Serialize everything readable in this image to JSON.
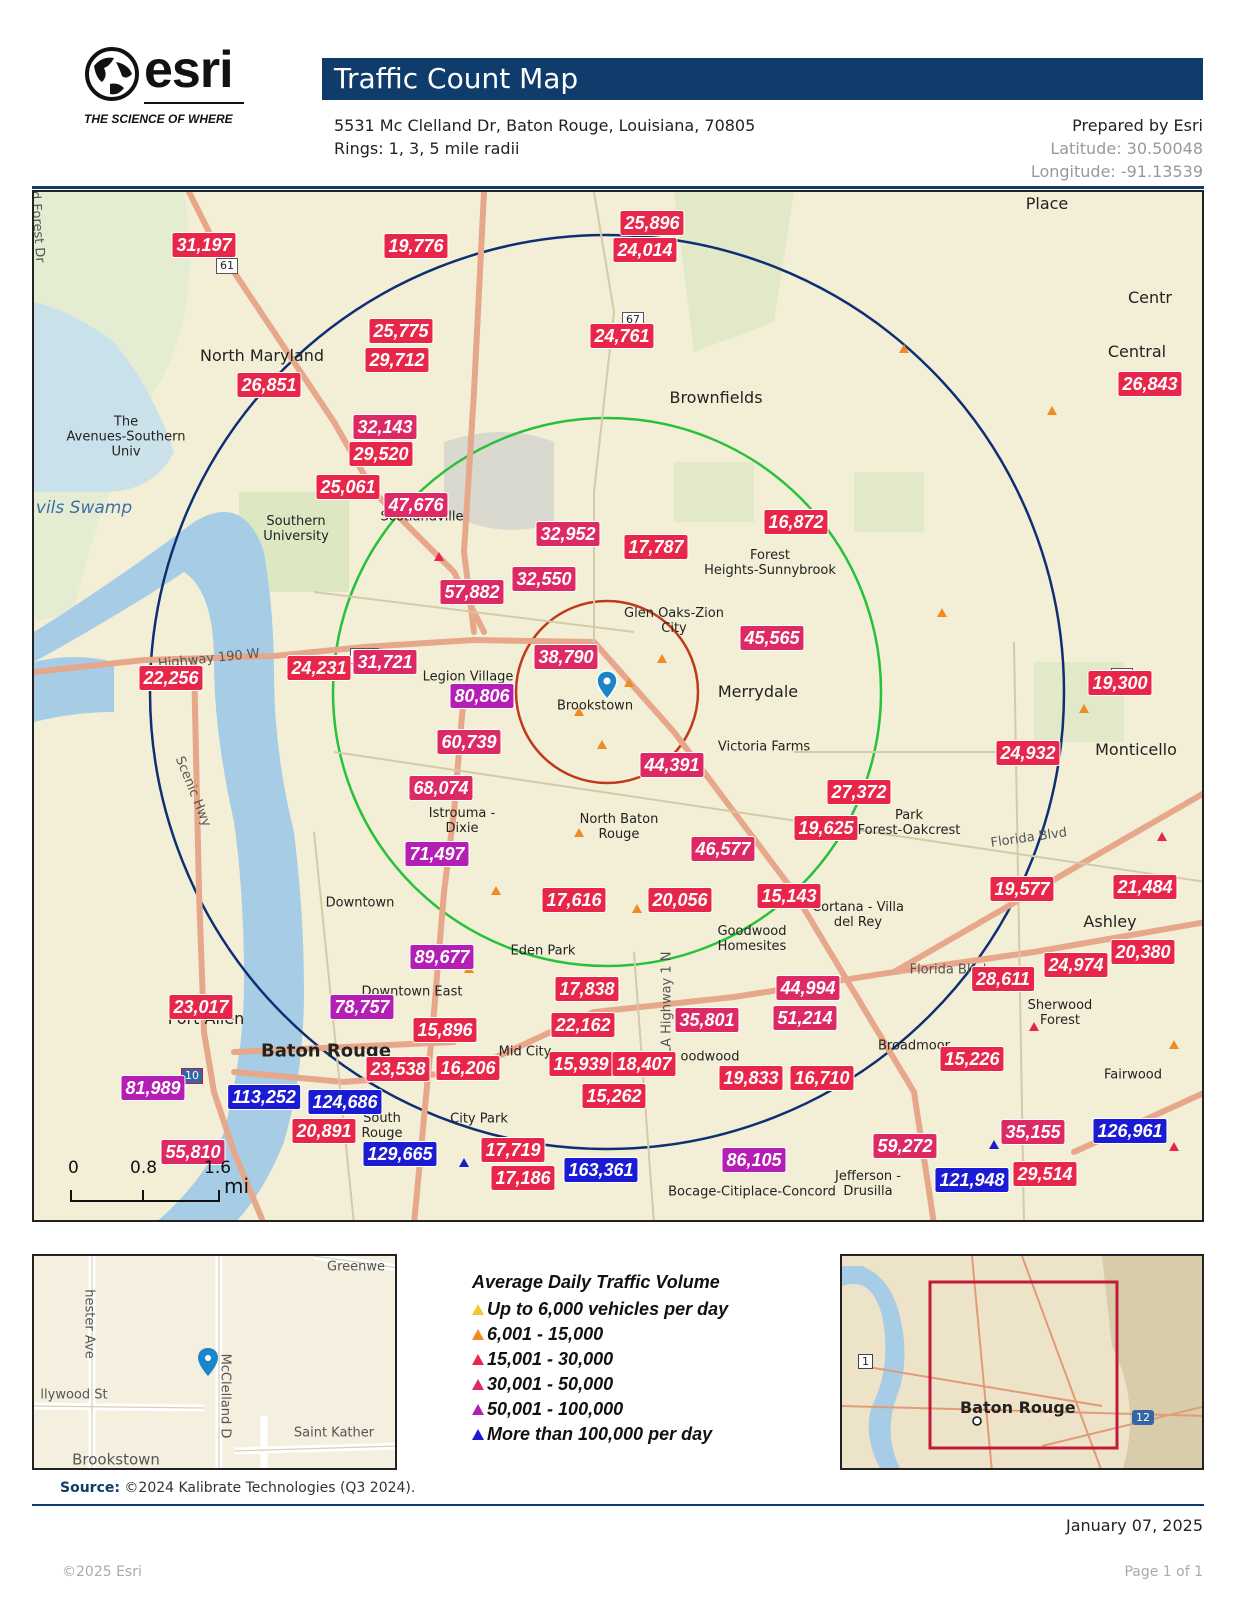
{
  "brand": {
    "name": "esri",
    "tagline": "THE SCIENCE OF WHERE"
  },
  "header": {
    "title": "Traffic Count Map",
    "address": "5531 Mc Clelland Dr, Baton Rouge, Louisiana, 70805",
    "rings": "Rings: 1, 3, 5 mile radii",
    "prepared_by": "Prepared by Esri",
    "latitude": "Latitude: 30.50048",
    "longitude": "Longitude: -91.13539"
  },
  "colors": {
    "header_bar": "#0f3c6b",
    "ring_1mi": "#c0391b",
    "ring_3mi": "#27c13a",
    "ring_5mi": "#0f2f73",
    "up_to_6000": "#f3c72f",
    "r6001_15000": "#f08a24",
    "r15001_30000": "#e8264a",
    "r30001_50000": "#de2a64",
    "r50001_100000": "#b41eb4",
    "over_100000": "#1b1bd4"
  },
  "map": {
    "place_labels": [
      {
        "name": "place-place",
        "text": "Place",
        "cls": "md"
      },
      {
        "name": "place-central-1",
        "text": "Centr",
        "cls": "md"
      },
      {
        "name": "place-central-2",
        "text": "Central",
        "cls": "md"
      },
      {
        "name": "place-north-maryland",
        "text": "North Maryland",
        "cls": "md"
      },
      {
        "name": "place-brownfields",
        "text": "Brownfields",
        "cls": "md"
      },
      {
        "name": "place-avenues",
        "text": "The\nAvenues-Southern\nUniv",
        "cls": "sm"
      },
      {
        "name": "place-southern-univ",
        "text": "Southern\nUniversity",
        "cls": "sm"
      },
      {
        "name": "place-scotlandville",
        "text": "Scotlandville",
        "cls": "sm"
      },
      {
        "name": "place-forest-heights",
        "text": "Forest\nHeights-Sunnybrook",
        "cls": "sm"
      },
      {
        "name": "place-glen-oaks",
        "text": "Glen Oaks-Zion\nCity",
        "cls": "sm"
      },
      {
        "name": "place-merrydale",
        "text": "Merrydale",
        "cls": "md"
      },
      {
        "name": "place-legion-village",
        "text": "Legion Village",
        "cls": "sm"
      },
      {
        "name": "place-brookstown",
        "text": "Brookstown",
        "cls": "sm"
      },
      {
        "name": "place-victoria-farms",
        "text": "Victoria Farms",
        "cls": "sm"
      },
      {
        "name": "place-monticello",
        "text": "Monticello",
        "cls": "md"
      },
      {
        "name": "place-park-forest",
        "text": "Park\nForest-Oakcrest",
        "cls": "sm"
      },
      {
        "name": "place-istrouma",
        "text": "Istrouma -\nDixie",
        "cls": "sm"
      },
      {
        "name": "place-north-baton-rouge",
        "text": "North Baton\nRouge",
        "cls": "sm"
      },
      {
        "name": "place-downtown",
        "text": "Downtown",
        "cls": "sm"
      },
      {
        "name": "place-cortana",
        "text": "Cortana - Villa\ndel Rey",
        "cls": "sm"
      },
      {
        "name": "place-ashley",
        "text": "Ashley",
        "cls": "md"
      },
      {
        "name": "place-goodwood",
        "text": "Goodwood\nHomesites",
        "cls": "sm"
      },
      {
        "name": "place-eden-park",
        "text": "Eden Park",
        "cls": "sm"
      },
      {
        "name": "place-downtown-east",
        "text": "Downtown East",
        "cls": "sm"
      },
      {
        "name": "place-port-allen",
        "text": "Port Allen",
        "cls": "md"
      },
      {
        "name": "place-baton-rouge",
        "text": "Baton Rouge",
        "cls": "big"
      },
      {
        "name": "place-mid-city",
        "text": "Mid City",
        "cls": "sm"
      },
      {
        "name": "place-sherwood-forest",
        "text": "Sherwood\nForest",
        "cls": "sm"
      },
      {
        "name": "place-broadmoor",
        "text": "Broadmoor",
        "cls": "sm"
      },
      {
        "name": "place-fairwood",
        "text": "Fairwood",
        "cls": "sm"
      },
      {
        "name": "place-city-park",
        "text": "City Park",
        "cls": "sm"
      },
      {
        "name": "place-south-baton-rouge",
        "text": "South\nRouge",
        "cls": "sm"
      },
      {
        "name": "place-jefferson",
        "text": "Jefferson -\nDrusilla",
        "cls": "sm"
      },
      {
        "name": "place-bocage",
        "text": "Bocage-Citiplace-Concord",
        "cls": "sm"
      },
      {
        "name": "place-woodwood",
        "text": "oodwood",
        "cls": "sm"
      },
      {
        "name": "place-devils-swamp",
        "text": "vils Swamp",
        "cls": "water"
      },
      {
        "name": "road-highway-190",
        "text": "Highway 190 W",
        "cls": "rd"
      },
      {
        "name": "road-scenic-hwy",
        "text": "Scenic Hwy",
        "cls": "rd"
      },
      {
        "name": "road-la-highway-1",
        "text": "LA Highway 1 N",
        "cls": "rd"
      },
      {
        "name": "road-florida-blvd-e",
        "text": "Florida Blvd",
        "cls": "rd"
      },
      {
        "name": "road-florida-blvd-w",
        "text": "Florida Blvd",
        "cls": "rd"
      },
      {
        "name": "road-sherwood",
        "text": "N Sherwood Forest Dr",
        "cls": "rd"
      }
    ],
    "counts": [
      {
        "value": "31,197",
        "cat": "r15001_30000"
      },
      {
        "value": "19,776",
        "cat": "r15001_30000"
      },
      {
        "value": "25,896",
        "cat": "r15001_30000"
      },
      {
        "value": "24,014",
        "cat": "r15001_30000"
      },
      {
        "value": "24,761",
        "cat": "r15001_30000"
      },
      {
        "value": "25,775",
        "cat": "r15001_30000"
      },
      {
        "value": "29,712",
        "cat": "r15001_30000"
      },
      {
        "value": "26,851",
        "cat": "r15001_30000"
      },
      {
        "value": "26,843",
        "cat": "r15001_30000"
      },
      {
        "value": "32,143",
        "cat": "r30001_50000"
      },
      {
        "value": "29,520",
        "cat": "r15001_30000"
      },
      {
        "value": "25,061",
        "cat": "r15001_30000"
      },
      {
        "value": "47,676",
        "cat": "r30001_50000"
      },
      {
        "value": "32,952",
        "cat": "r30001_50000"
      },
      {
        "value": "17,787",
        "cat": "r15001_30000"
      },
      {
        "value": "16,872",
        "cat": "r15001_30000"
      },
      {
        "value": "57,882",
        "cat": "r30001_50000"
      },
      {
        "value": "32,550",
        "cat": "r30001_50000"
      },
      {
        "value": "45,565",
        "cat": "r30001_50000"
      },
      {
        "value": "22,256",
        "cat": "r15001_30000"
      },
      {
        "value": "24,231",
        "cat": "r15001_30000"
      },
      {
        "value": "31,721",
        "cat": "r30001_50000"
      },
      {
        "value": "38,790",
        "cat": "r30001_50000"
      },
      {
        "value": "80,806",
        "cat": "r50001_100000"
      },
      {
        "value": "19,300",
        "cat": "r15001_30000"
      },
      {
        "value": "60,739",
        "cat": "r30001_50000"
      },
      {
        "value": "44,391",
        "cat": "r30001_50000"
      },
      {
        "value": "24,932",
        "cat": "r15001_30000"
      },
      {
        "value": "68,074",
        "cat": "r30001_50000"
      },
      {
        "value": "27,372",
        "cat": "r15001_30000"
      },
      {
        "value": "19,625",
        "cat": "r15001_30000"
      },
      {
        "value": "71,497",
        "cat": "r50001_100000"
      },
      {
        "value": "46,577",
        "cat": "r30001_50000"
      },
      {
        "value": "19,577",
        "cat": "r15001_30000"
      },
      {
        "value": "21,484",
        "cat": "r15001_30000"
      },
      {
        "value": "17,616",
        "cat": "r15001_30000"
      },
      {
        "value": "20,056",
        "cat": "r15001_30000"
      },
      {
        "value": "15,143",
        "cat": "r15001_30000"
      },
      {
        "value": "89,677",
        "cat": "r50001_100000"
      },
      {
        "value": "20,380",
        "cat": "r15001_30000"
      },
      {
        "value": "28,611",
        "cat": "r15001_30000"
      },
      {
        "value": "24,974",
        "cat": "r15001_30000"
      },
      {
        "value": "17,838",
        "cat": "r15001_30000"
      },
      {
        "value": "44,994",
        "cat": "r30001_50000"
      },
      {
        "value": "23,017",
        "cat": "r15001_30000"
      },
      {
        "value": "78,757",
        "cat": "r50001_100000"
      },
      {
        "value": "51,214",
        "cat": "r30001_50000"
      },
      {
        "value": "15,896",
        "cat": "r15001_30000"
      },
      {
        "value": "22,162",
        "cat": "r15001_30000"
      },
      {
        "value": "35,801",
        "cat": "r30001_50000"
      },
      {
        "value": "15,226",
        "cat": "r15001_30000"
      },
      {
        "value": "23,538",
        "cat": "r15001_30000"
      },
      {
        "value": "16,206",
        "cat": "r15001_30000"
      },
      {
        "value": "15,939",
        "cat": "r15001_30000"
      },
      {
        "value": "18,407",
        "cat": "r15001_30000"
      },
      {
        "value": "19,833",
        "cat": "r15001_30000"
      },
      {
        "value": "16,710",
        "cat": "r15001_30000"
      },
      {
        "value": "81,989",
        "cat": "r50001_100000"
      },
      {
        "value": "113,252",
        "cat": "over_100000"
      },
      {
        "value": "124,686",
        "cat": "over_100000"
      },
      {
        "value": "15,262",
        "cat": "r15001_30000"
      },
      {
        "value": "126,961",
        "cat": "over_100000"
      },
      {
        "value": "20,891",
        "cat": "r15001_30000"
      },
      {
        "value": "35,155",
        "cat": "r30001_50000"
      },
      {
        "value": "55,810",
        "cat": "r30001_50000"
      },
      {
        "value": "129,665",
        "cat": "over_100000"
      },
      {
        "value": "17,719",
        "cat": "r15001_30000"
      },
      {
        "value": "163,361",
        "cat": "over_100000"
      },
      {
        "value": "86,105",
        "cat": "r50001_100000"
      },
      {
        "value": "59,272",
        "cat": "r30001_50000"
      },
      {
        "value": "17,186",
        "cat": "r15001_30000"
      },
      {
        "value": "121,948",
        "cat": "over_100000"
      },
      {
        "value": "29,514",
        "cat": "r15001_30000"
      }
    ],
    "shields": [
      {
        "name": "shield-61",
        "text": "61"
      },
      {
        "name": "shield-67",
        "text": "67"
      },
      {
        "name": "shield-190",
        "text": "190"
      },
      {
        "name": "shield-10",
        "text": "10"
      },
      {
        "name": "shield-37",
        "text": "37"
      }
    ],
    "scale": {
      "zero": "0",
      "mid": "0.8",
      "end": "1.6",
      "unit": "mi"
    },
    "marker_icon": "location-pin-icon"
  },
  "inset_detail": {
    "labels": [
      {
        "name": "street-greenwell",
        "text": "Greenwe"
      },
      {
        "name": "street-chester-ave",
        "text": "hester Ave"
      },
      {
        "name": "street-hollywood",
        "text": "llywood St"
      },
      {
        "name": "street-mcclelland",
        "text": "McClelland D"
      },
      {
        "name": "street-saint-katherine",
        "text": "Saint Kather"
      },
      {
        "name": "area-brookstown",
        "text": "Brookstown"
      }
    ]
  },
  "inset_overview": {
    "city": "Baton Rouge",
    "shield_1": "1",
    "shield_12": "12"
  },
  "legend": {
    "title": "Average Daily Traffic Volume",
    "items": [
      {
        "label": "Up to 6,000 vehicles per day",
        "cat": "up_to_6000"
      },
      {
        "label": "6,001 - 15,000",
        "cat": "r6001_15000"
      },
      {
        "label": "15,001 - 30,000",
        "cat": "r15001_30000"
      },
      {
        "label": "30,001 - 50,000",
        "cat": "r30001_50000"
      },
      {
        "label": "50,001 - 100,000",
        "cat": "r50001_100000"
      },
      {
        "label": "More than 100,000 per day",
        "cat": "over_100000"
      }
    ]
  },
  "footer": {
    "source_label": "Source:",
    "source_text": "©2024 Kalibrate Technologies (Q3 2024).",
    "date": "January 07, 2025",
    "copyright": "©2025 Esri",
    "page": "Page 1 of 1"
  }
}
